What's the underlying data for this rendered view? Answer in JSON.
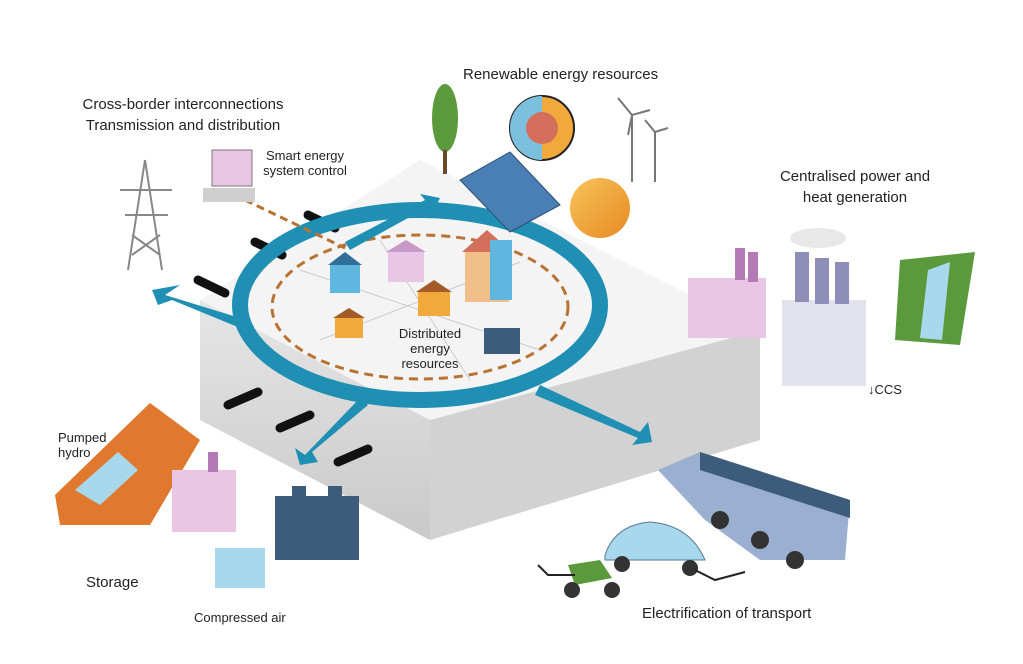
{
  "labels": {
    "renewable": "Renewable energy resources",
    "crossborder_l1": "Cross-border interconnections",
    "crossborder_l2": "Transmission and distribution",
    "smart_l1": "Smart energy",
    "smart_l2": "system control",
    "centralised_l1": "Centralised power and",
    "centralised_l2": "heat generation",
    "distributed_l1": "Distributed",
    "distributed_l2": "energy",
    "distributed_l3": "resources",
    "ccs": "CCS",
    "pumped_l1": "Pumped",
    "pumped_l2": "hydro",
    "storage": "Storage",
    "compressed": "Compressed air",
    "transport": "Electrification of transport"
  },
  "colors": {
    "ring": "#1f8fb3",
    "ring_dark": "#166f8f",
    "platform_top": "#f3f3f3",
    "platform_side": "#d9d9d9",
    "dashed": "#b87333",
    "building_pink": "#e9c6e6",
    "sun": "#f2a93b",
    "tree": "#5b9a3c",
    "battery": "#3d5b7a",
    "hydro": "#e0782e",
    "water": "#a8d8ec"
  },
  "icons": [
    "tree-icon",
    "globe-icon",
    "wind-turbine-icon",
    "solar-panel-icon",
    "sun-icon",
    "pylon-icon",
    "computer-icon",
    "power-plant-icon",
    "hydro-dam-icon",
    "battery-icon",
    "scooter-icon",
    "car-icon",
    "bus-icon"
  ]
}
